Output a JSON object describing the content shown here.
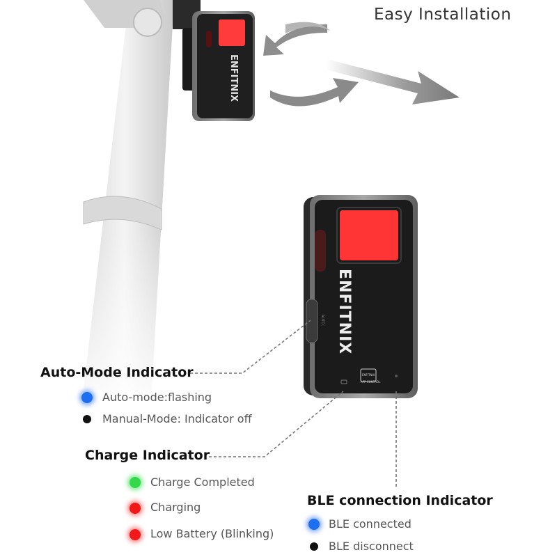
{
  "header": {
    "title": "Easy Installation"
  },
  "device": {
    "brand": "ENFITNIX",
    "button_label": "AUTO",
    "badge_line1": "ENFITNIX",
    "badge_line2": "APP CONTROL"
  },
  "colors": {
    "blue": "#1e6ff0",
    "green": "#34d94a",
    "red": "#f01818",
    "black": "#111111"
  },
  "auto_mode": {
    "heading": "Auto-Mode Indicator",
    "items": [
      {
        "label": "Auto-mode:flashing",
        "color": "blue"
      },
      {
        "label": "Manual-Mode: Indicator off",
        "color": "black"
      }
    ]
  },
  "charge": {
    "heading": "Charge Indicator",
    "items": [
      {
        "label": "Charge Completed",
        "color": "green"
      },
      {
        "label": "Charging",
        "color": "red"
      },
      {
        "label": "Low Battery (Blinking)",
        "color": "red"
      }
    ]
  },
  "ble": {
    "heading": "BLE connection Indicator",
    "items": [
      {
        "label": "BLE connected",
        "color": "blue"
      },
      {
        "label": "BLE disconnect",
        "color": "black"
      }
    ]
  }
}
